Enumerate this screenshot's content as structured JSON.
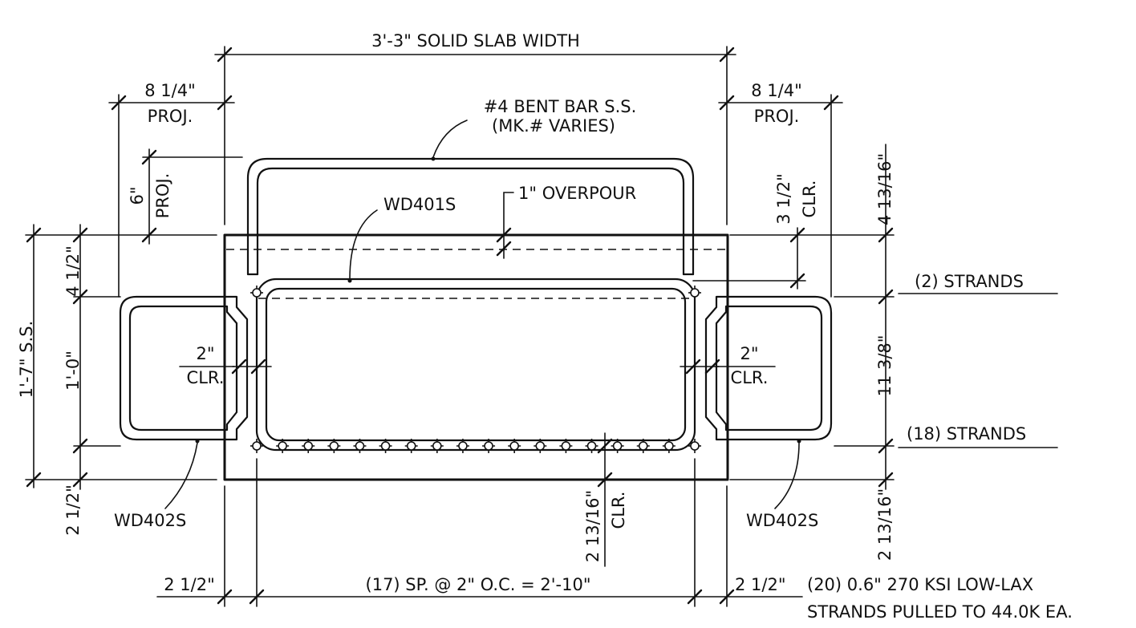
{
  "dimensions": {
    "slab_width": "3'-3\" SOLID SLAB WIDTH",
    "left_proj_value": "8 1/4\"",
    "left_proj_label": "PROJ.",
    "right_proj_value": "8 1/4\"",
    "right_proj_label": "PROJ.",
    "vert_proj_value": "6\"",
    "vert_proj_label": "PROJ.",
    "top_clr_value": "3 1/2\"",
    "top_clr_label": "CLR.",
    "top_right": "4 13/16\"",
    "mid_right": "11 3/8\"",
    "bottom_right": "2 13/16\"",
    "overall_left": "1'-7\" S.S.",
    "top_left": "4 1/2\"",
    "mid_left": "1'-0\"",
    "bottom_left": "2 1/2\"",
    "left_clr_value": "2\"",
    "left_clr_label": "CLR.",
    "right_clr_value": "2\"",
    "right_clr_label": "CLR.",
    "bottom_clr_value": "2 13/16\"",
    "bottom_clr_label": "CLR.",
    "bottom_left_edge": "2 1/2\"",
    "bottom_right_edge": "2 1/2\"",
    "spacing": "(17) SP. @ 2\" O.C. = 2'-10\""
  },
  "labels": {
    "bent_bar_line1": "#4 BENT BAR S.S.",
    "bent_bar_line2": "(MK.# VARIES)",
    "wd401s": "WD401S",
    "overpour": "1\" OVERPOUR",
    "wd402s_left": "WD402S",
    "wd402s_right": "WD402S",
    "top_strands": "(2) STRANDS",
    "bottom_strands": "(18) STRANDS",
    "note_line1": "(20) 0.6\" 270 KSI LOW-LAX",
    "note_line2": "STRANDS PULLED TO 44.0K EA."
  },
  "strands": {
    "bottom_count": 18,
    "top_count": 2
  }
}
